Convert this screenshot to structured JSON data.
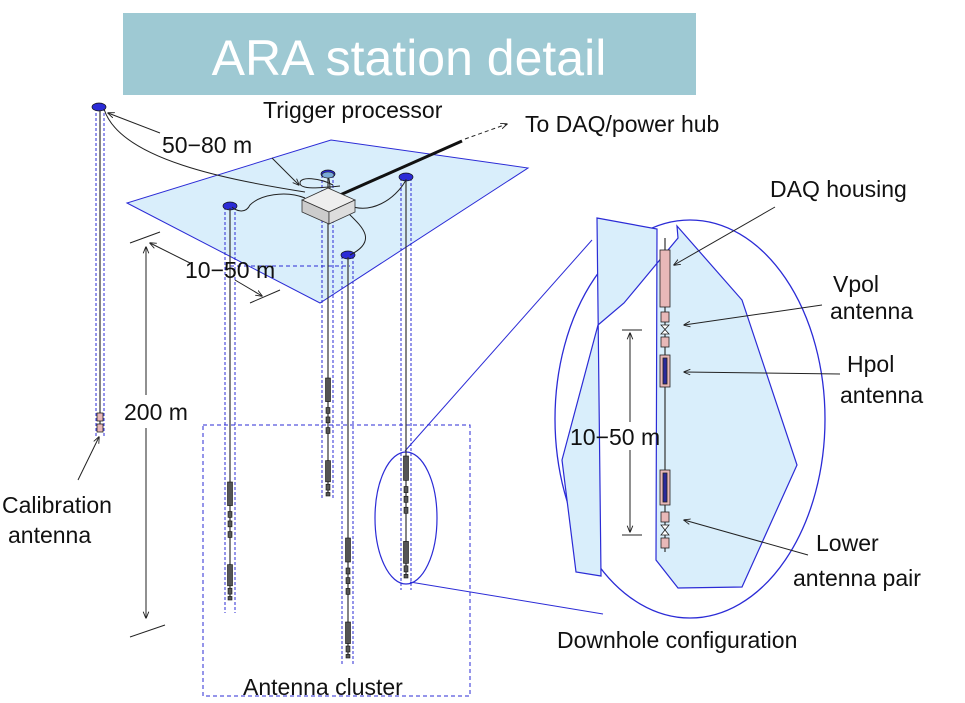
{
  "title": "ARA station detail",
  "labels": {
    "trigger_processor": "Trigger processor",
    "daq_hub": "To DAQ/power hub",
    "dist_50_80": "50−80 m",
    "dist_10_50_top": "10−50 m",
    "depth_200": "200 m",
    "calibration_line1": "Calibration",
    "calibration_line2": "antenna",
    "antenna_cluster": "Antenna cluster",
    "daq_housing": "DAQ housing",
    "vpol_line1": "Vpol",
    "vpol_line2": "antenna",
    "hpol_line1": "Hpol",
    "hpol_line2": "antenna",
    "dist_10_50_detail": "10−50 m",
    "lower_pair_line1": "Lower",
    "lower_pair_line2": "antenna pair",
    "downhole": "Downhole configuration"
  },
  "colors": {
    "title_bg": "#9ec9d3",
    "ice_fill": "#d9eefb",
    "outline_blue": "#2b2bd6",
    "antenna_fill": "#e8b8b8",
    "hpol_fill": "#2a2a9a"
  }
}
